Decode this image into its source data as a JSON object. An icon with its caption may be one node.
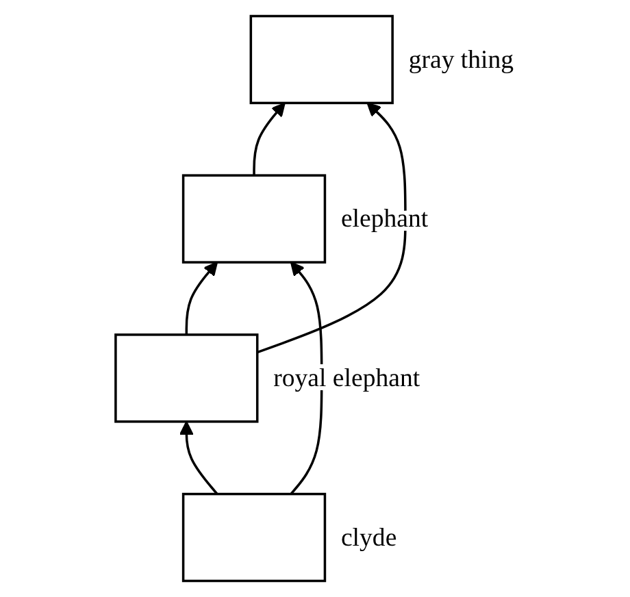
{
  "diagram": {
    "nodes": [
      {
        "text": [],
        "shape": "box",
        "beside": [
          "gray thing"
        ]
      },
      {
        "text": [],
        "shape": "box",
        "beside": [
          "elephant"
        ]
      },
      {
        "text": [],
        "shape": "box",
        "beside": [
          "royal elephant"
        ]
      },
      {
        "text": [],
        "shape": "box",
        "beside": [
          "clyde"
        ]
      }
    ],
    "edges": [
      {
        "from": 3,
        "to": 2,
        "arrow": "to"
      },
      {
        "from": 2,
        "to": 1,
        "arrow": "to"
      },
      {
        "from": 1,
        "to": 0,
        "arrow": "to"
      },
      {
        "from": 2,
        "to": 0,
        "arrow": "to"
      },
      {
        "from": 3,
        "to": 1,
        "arrow": "to"
      }
    ]
  }
}
